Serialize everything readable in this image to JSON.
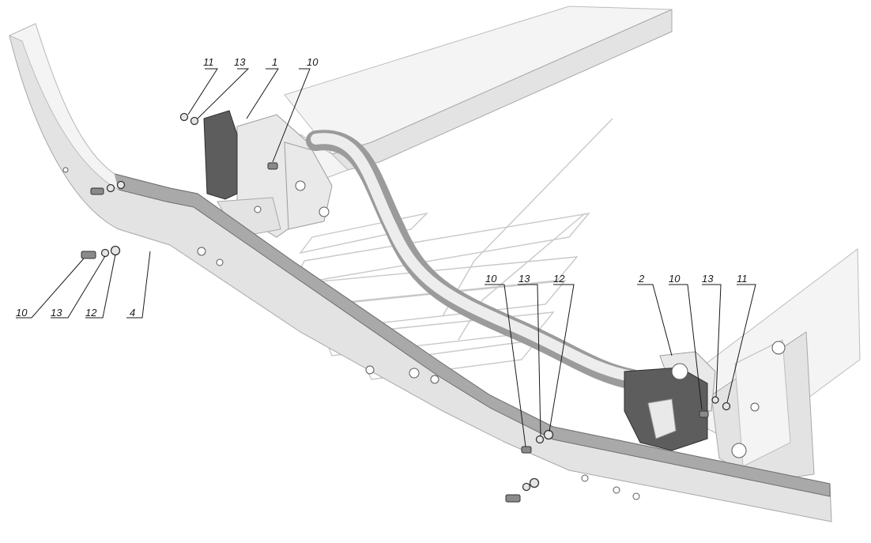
{
  "diagram": {
    "callouts": [
      {
        "id": "c11_top",
        "text": "11"
      },
      {
        "id": "c13_top",
        "text": "13"
      },
      {
        "id": "c1",
        "text": "1"
      },
      {
        "id": "c10_top",
        "text": "10"
      },
      {
        "id": "c10_left",
        "text": "10"
      },
      {
        "id": "c13_left",
        "text": "13"
      },
      {
        "id": "c12_left",
        "text": "12"
      },
      {
        "id": "c4",
        "text": "4"
      },
      {
        "id": "c10_mid",
        "text": "10"
      },
      {
        "id": "c13_mid",
        "text": "13"
      },
      {
        "id": "c12_mid",
        "text": "12"
      },
      {
        "id": "c2",
        "text": "2"
      },
      {
        "id": "c10_right",
        "text": "10"
      },
      {
        "id": "c13_right",
        "text": "13"
      },
      {
        "id": "c11_right",
        "text": "11"
      }
    ]
  }
}
